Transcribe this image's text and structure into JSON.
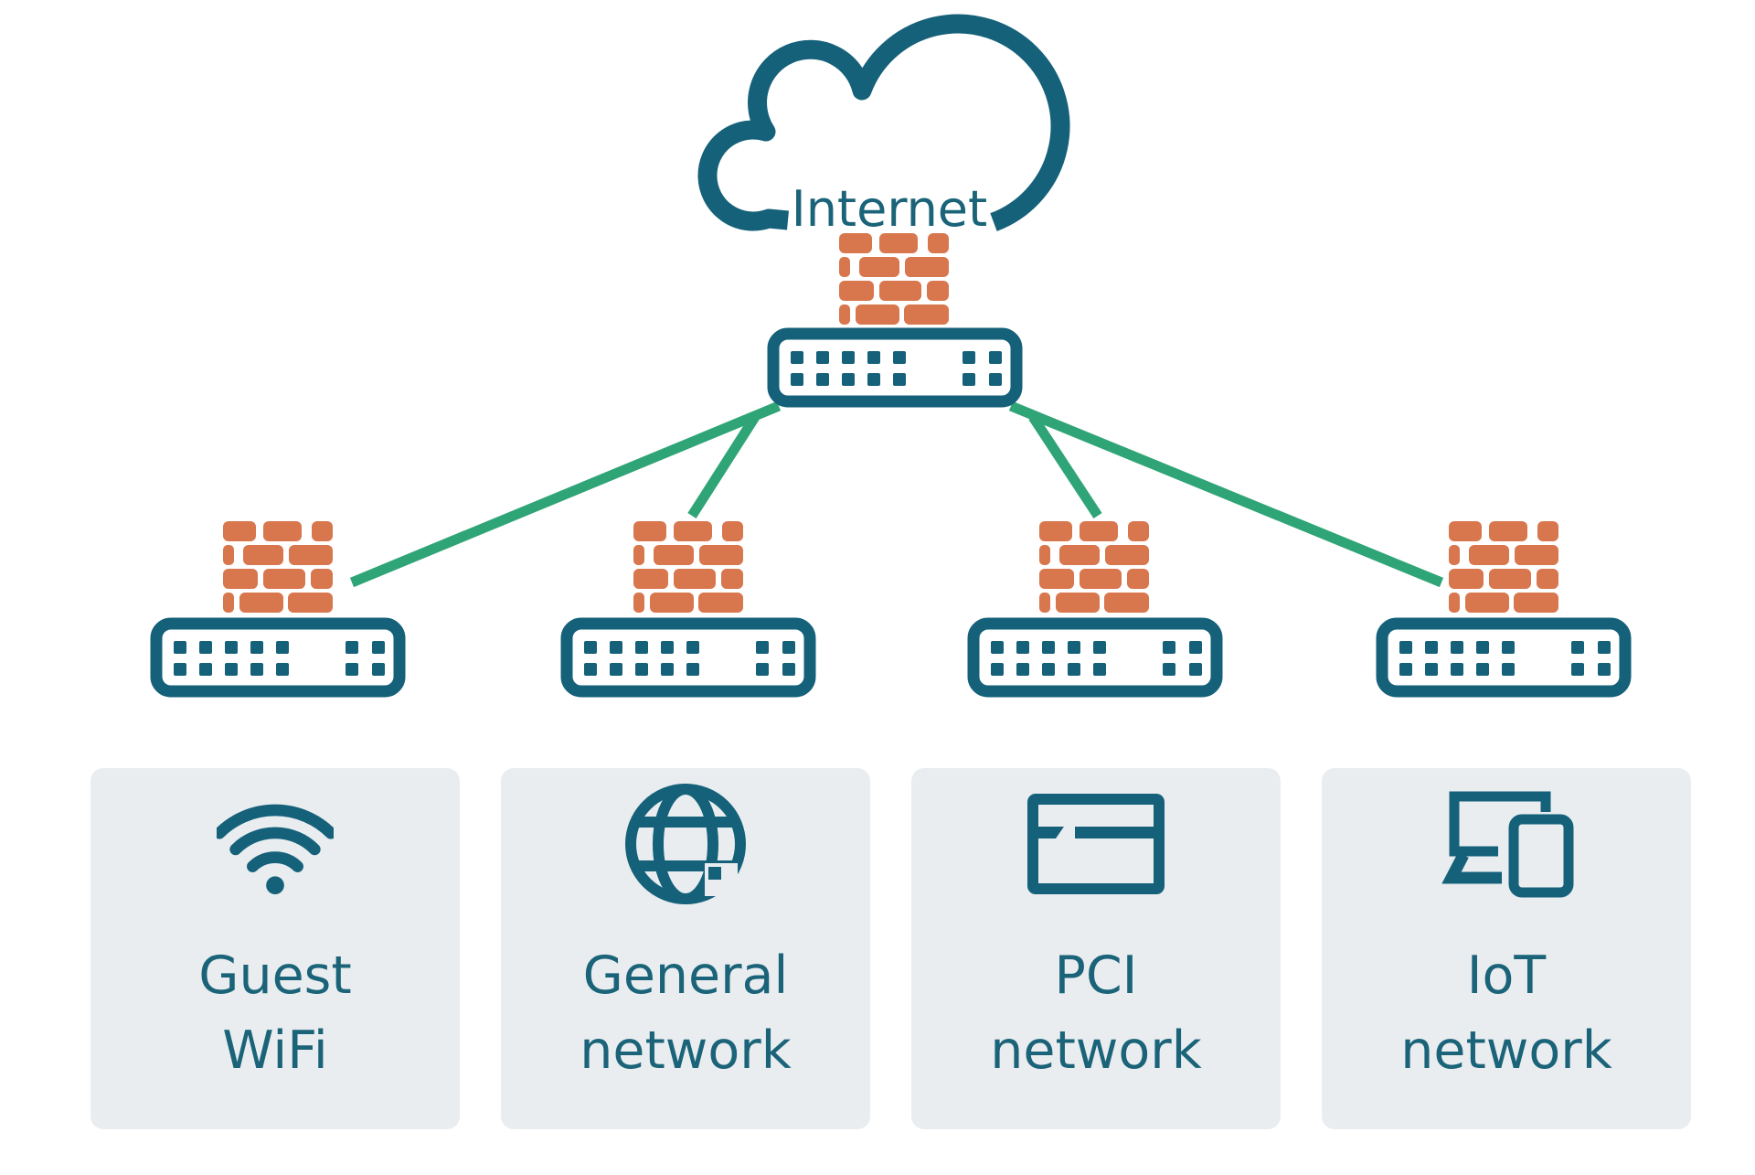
{
  "colors": {
    "teal": "#15617a",
    "orange": "#d8764d",
    "green": "#2fa476",
    "card_bg": "#e9edf0",
    "background": "#ffffff",
    "text": "#1a6378"
  },
  "cloud": {
    "label": "Internet"
  },
  "networks": [
    {
      "name": "guest-wifi",
      "icon": "wifi-icon",
      "line1": "Guest",
      "line2": "WiFi"
    },
    {
      "name": "general-network",
      "icon": "globe-icon",
      "line1": "General",
      "line2": "network"
    },
    {
      "name": "pci-network",
      "icon": "credit-card-icon",
      "line1": "PCI",
      "line2": "network"
    },
    {
      "name": "iot-network",
      "icon": "laptop-phone-icon",
      "line1": "IoT",
      "line2": "network"
    }
  ]
}
